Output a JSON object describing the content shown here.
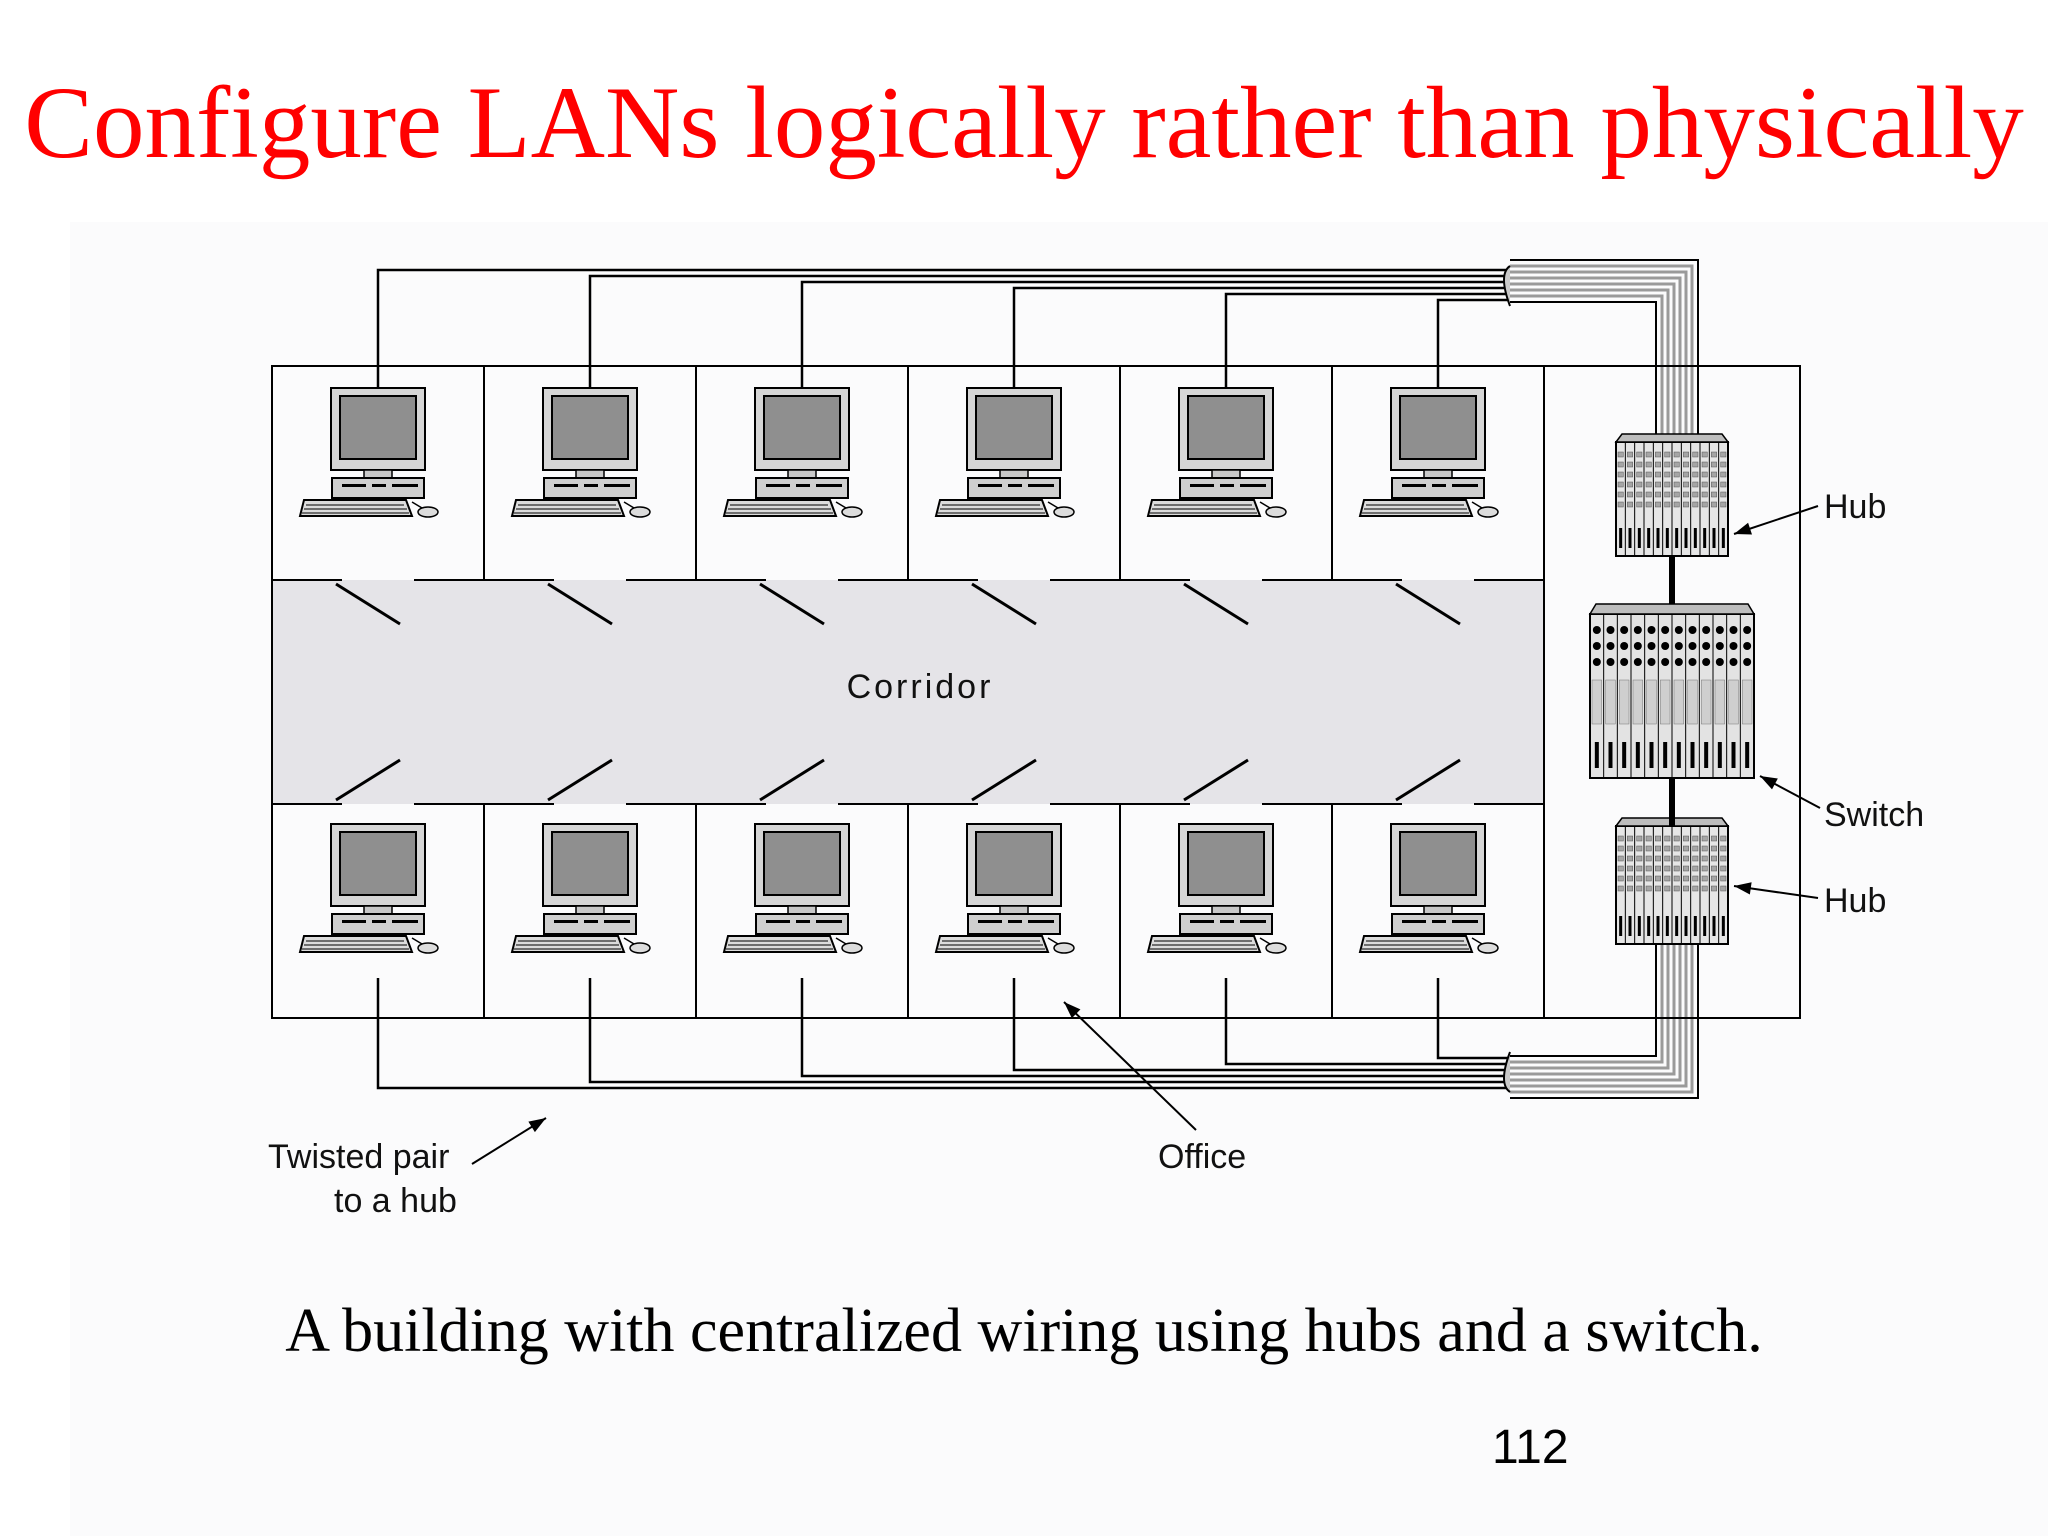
{
  "slide": {
    "title": "Configure LANs logically rather than physically",
    "caption": "A building with centralized wiring using hubs and a switch.",
    "page_number": "112",
    "title_color": "#ff0000"
  },
  "diagram": {
    "corridor_label": "Corridor",
    "labels": {
      "hub_top": "Hub",
      "switch": "Switch",
      "hub_bottom": "Hub",
      "office": "Office",
      "twisted_pair_line1": "Twisted pair",
      "twisted_pair_line2": "to a hub"
    },
    "offices_per_row": 6,
    "rows": 2,
    "colors": {
      "corridor": "#e5e4e8",
      "screen": "#8f8f8f",
      "equipment": "#a5a5a5"
    }
  }
}
